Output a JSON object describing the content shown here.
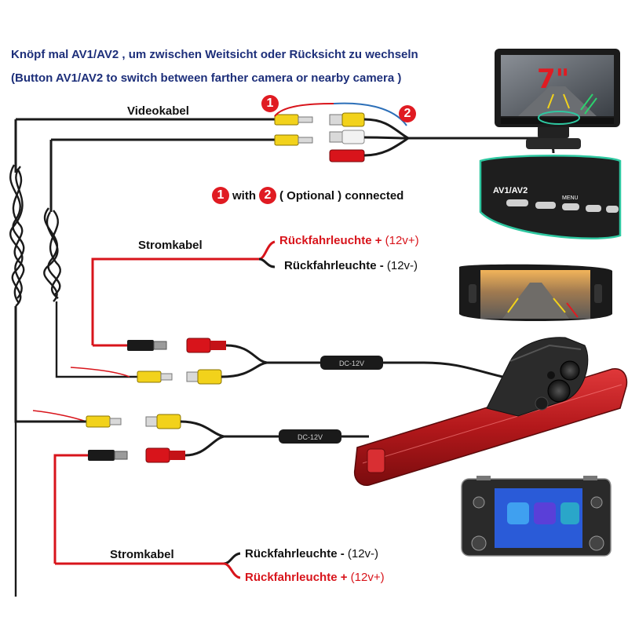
{
  "header": {
    "line_de": "Knöpf mal AV1/AV2 , um zwischen Weitsicht oder Rücksicht zu wechseln",
    "line_en": "(Button AV1/AV2 to switch between farther camera or nearby camera )"
  },
  "labels": {
    "videokabel": "Videokabel",
    "stromkabel_top": "Stromkabel",
    "stromkabel_bottom": "Stromkabel",
    "badge_1": "1",
    "badge_2": "2",
    "optional_with": "with",
    "optional_text": "( Optional ) connected",
    "top_plus_name": "Rückfahrleuchte +",
    "top_plus_volt": "(12v+)",
    "top_minus_name": "Rückfahrleuchte -",
    "top_minus_volt": "(12v-)",
    "bottom_minus_name": "Rückfahrleuchte -",
    "bottom_minus_volt": "(12v-)",
    "bottom_plus_name": "Rückfahrleuchte +",
    "bottom_plus_volt": "(12v+)",
    "filter_top": "DC-12V",
    "filter_bottom": "DC-12V",
    "monitor_size": "7\"",
    "button_av": "AV1/AV2",
    "button_menu": "MENU"
  },
  "colors": {
    "header": "#1d2f7a",
    "cable": "#1a1a1a",
    "power_wire": "#d8141b",
    "rca_yellow": "#f2d21b",
    "rca_red": "#d8141b",
    "badge": "#e01b22",
    "video_jumper": "#2c6fb8",
    "brake_light": "#b71c1c"
  }
}
